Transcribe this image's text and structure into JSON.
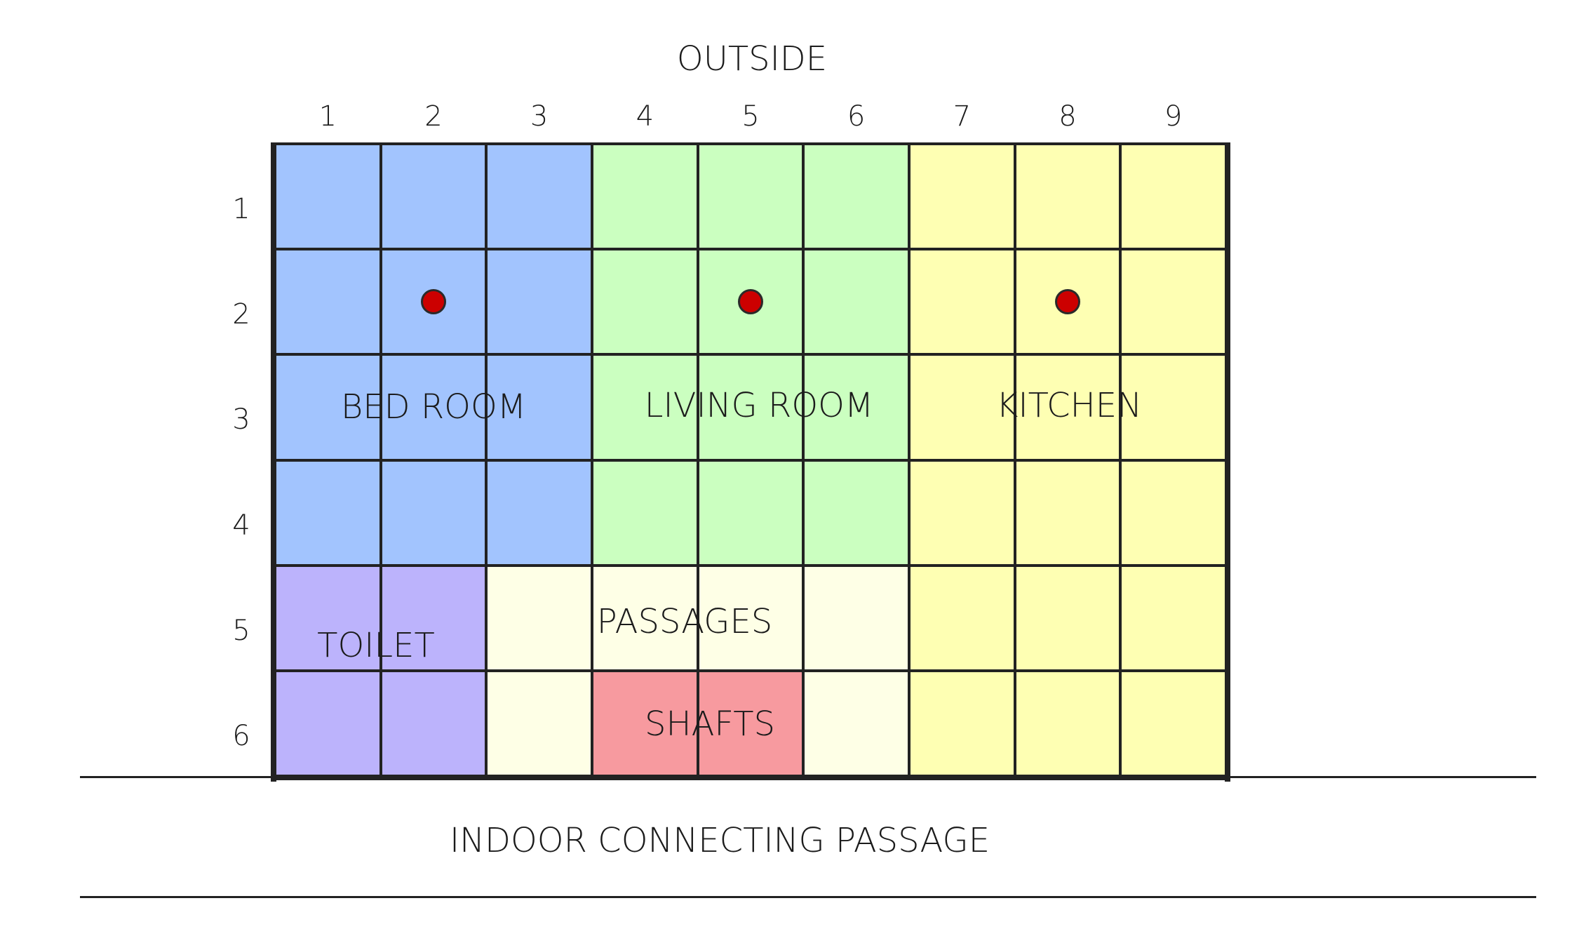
{
  "header": {
    "outside_label": "OUTSIDE"
  },
  "footer": {
    "passage_label": "INDOOR CONNECTING PASSAGE"
  },
  "columns": [
    "1",
    "2",
    "3",
    "4",
    "5",
    "6",
    "7",
    "8",
    "9"
  ],
  "rows": [
    "1",
    "2",
    "3",
    "4",
    "5",
    "6"
  ],
  "colors": {
    "bedroom": "#a2c4fe",
    "living": "#cbffc0",
    "kitchen": "#feffb3",
    "toilet": "#bcb3fc",
    "passage": "#feffe6",
    "shafts": "#f79a9f",
    "line": "#222222",
    "dot": "#cc0000"
  },
  "rooms": {
    "bedroom": "BED ROOM",
    "living": "LIVING ROOM",
    "kitchen": "KITCHEN",
    "toilet": "TOILET",
    "passages": "PASSAGES",
    "shafts": "SHAFTS"
  },
  "cell_map": [
    [
      "bedroom",
      "bedroom",
      "bedroom",
      "living",
      "living",
      "living",
      "kitchen",
      "kitchen",
      "kitchen"
    ],
    [
      "bedroom",
      "bedroom",
      "bedroom",
      "living",
      "living",
      "living",
      "kitchen",
      "kitchen",
      "kitchen"
    ],
    [
      "bedroom",
      "bedroom",
      "bedroom",
      "living",
      "living",
      "living",
      "kitchen",
      "kitchen",
      "kitchen"
    ],
    [
      "bedroom",
      "bedroom",
      "bedroom",
      "living",
      "living",
      "living",
      "kitchen",
      "kitchen",
      "kitchen"
    ],
    [
      "toilet",
      "toilet",
      "passage",
      "passage",
      "passage",
      "passage",
      "kitchen",
      "kitchen",
      "kitchen"
    ],
    [
      "toilet",
      "toilet",
      "passage",
      "shafts",
      "shafts",
      "passage",
      "kitchen",
      "kitchen",
      "kitchen"
    ]
  ],
  "markers": [
    {
      "room": "bedroom",
      "col": 2,
      "row": 2
    },
    {
      "room": "living",
      "col": 5,
      "row": 2
    },
    {
      "room": "kitchen",
      "col": 8,
      "row": 2
    }
  ]
}
